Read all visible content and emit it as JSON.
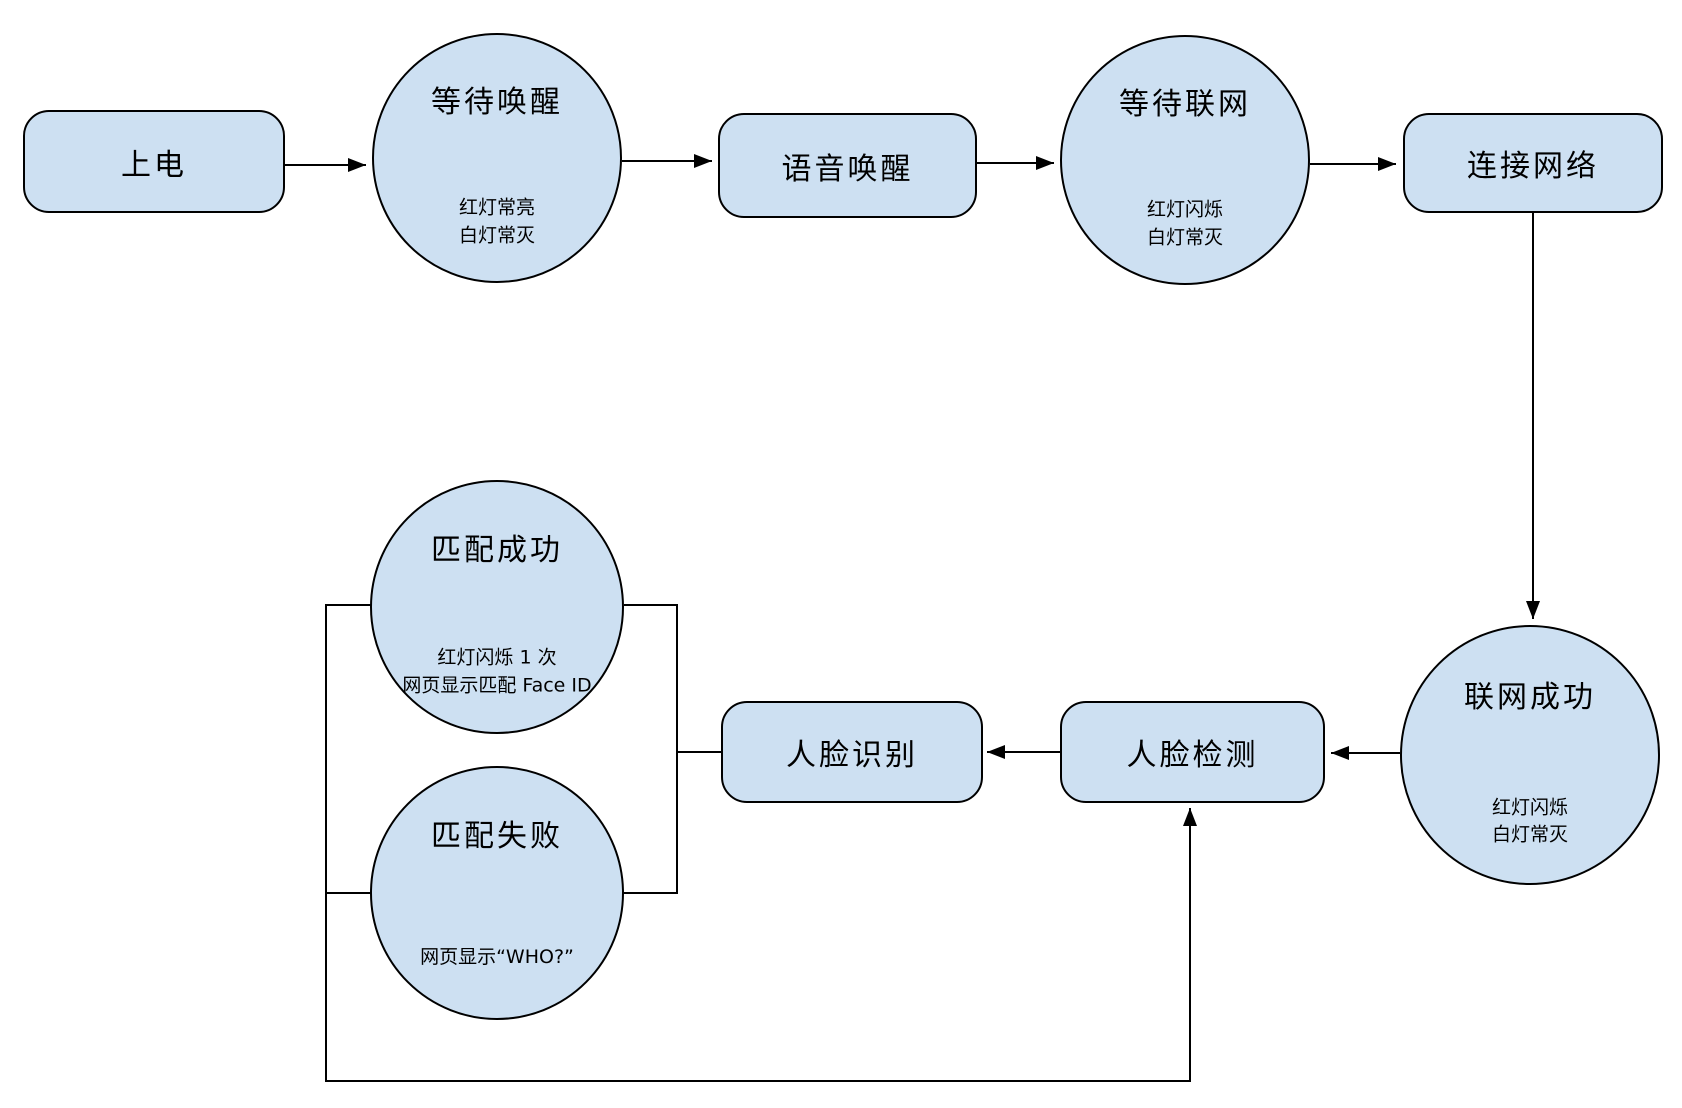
{
  "diagram": {
    "type": "flowchart",
    "colors": {
      "node_fill": "#cde0f2",
      "node_stroke": "#000000",
      "line_color": "#000000",
      "bg": "#ffffff"
    },
    "nodes": {
      "power_on": {
        "label": "上电"
      },
      "wait_wake": {
        "label": "等待唤醒",
        "notes": [
          "红灯常亮",
          "白灯常灭"
        ]
      },
      "voice_wake": {
        "label": "语音唤醒"
      },
      "wait_network": {
        "label": "等待联网",
        "notes": [
          "红灯闪烁",
          "白灯常灭"
        ]
      },
      "connect_network": {
        "label": "连接网络"
      },
      "network_success": {
        "label": "联网成功",
        "notes": [
          "红灯闪烁",
          "白灯常灭"
        ]
      },
      "face_detect": {
        "label": "人脸检测"
      },
      "face_recognize": {
        "label": "人脸识别"
      },
      "match_success": {
        "label": "匹配成功",
        "notes": [
          "红灯闪烁 1 次",
          "网页显示匹配 Face ID"
        ]
      },
      "match_fail": {
        "label": "匹配失败",
        "notes": [
          "网页显示“WHO?”"
        ]
      }
    }
  }
}
